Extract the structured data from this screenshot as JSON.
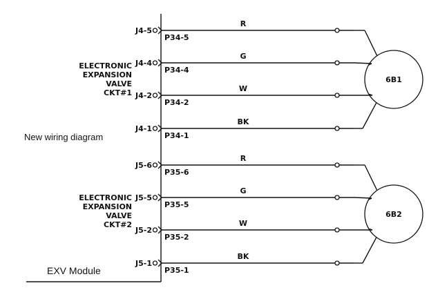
{
  "labels": {
    "new_wiring": "New wiring diagram",
    "exv_module": "EXV Module"
  },
  "circuits": [
    {
      "title_lines": [
        "ELECTRONIC",
        "EXPANSION",
        "VALVE",
        "CKT#1"
      ],
      "motor": "6B1",
      "wires": [
        {
          "jack": "J4-5",
          "plug": "P34-5",
          "color": "R"
        },
        {
          "jack": "J4-4",
          "plug": "P34-4",
          "color": "G"
        },
        {
          "jack": "J4-2",
          "plug": "P34-2",
          "color": "W"
        },
        {
          "jack": "J4-1",
          "plug": "P34-1",
          "color": "BK"
        }
      ]
    },
    {
      "title_lines": [
        "ELECTRONIC",
        "EXPANSION",
        "VALVE",
        "CKT#2"
      ],
      "motor": "6B2",
      "wires": [
        {
          "jack": "J5-6",
          "plug": "P35-6",
          "color": "R"
        },
        {
          "jack": "J5-5",
          "plug": "P35-5",
          "color": "G"
        },
        {
          "jack": "J5-2",
          "plug": "P35-2",
          "color": "W"
        },
        {
          "jack": "J5-1",
          "plug": "P35-1",
          "color": "BK"
        }
      ]
    }
  ]
}
